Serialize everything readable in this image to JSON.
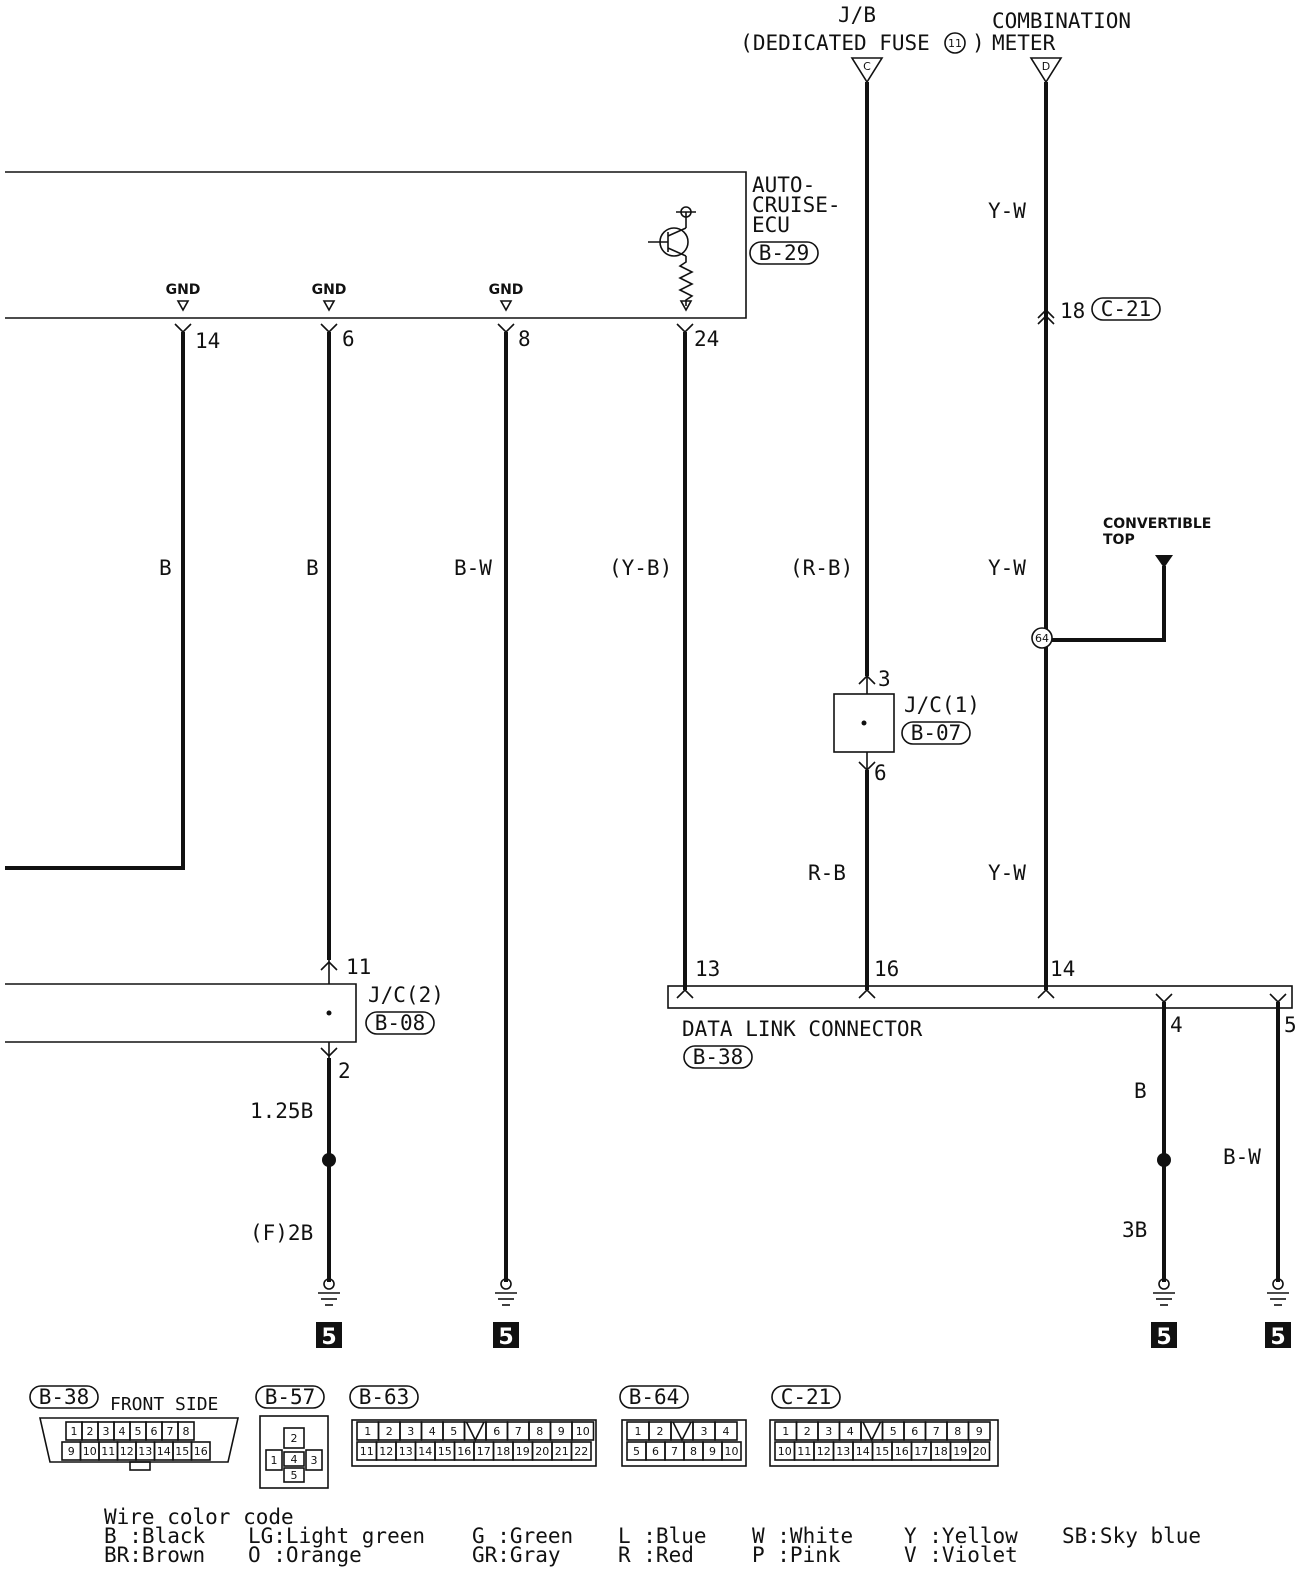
{
  "top": {
    "jb_title": "J/B",
    "jb_subtitle": "(DEDICATED FUSE",
    "jb_fuse": "11",
    "jb_conn": "C",
    "meter_title": "COMBINATION",
    "meter_subtitle": "METER",
    "meter_conn": "D"
  },
  "ecu": {
    "name_l1": "AUTO-",
    "name_l2": "CRUISE-",
    "name_l3": "ECU",
    "code": "B-29",
    "gnd": "GND"
  },
  "pins": {
    "p14": "14",
    "p6": "6",
    "p8": "8",
    "p24": "24",
    "c21_pin": "18",
    "c21": "C-21"
  },
  "wires": {
    "w1": "B",
    "w2": "B",
    "w3": "B-W",
    "w4": "(Y-B)",
    "w5": "(R-B)",
    "w6": "Y-W",
    "w6b": "Y-W",
    "w7": "R-B",
    "w8": "Y-W",
    "w9": "1.25B",
    "w10": "(F)2B",
    "w11": "B",
    "w12": "B-W",
    "w13": "3B"
  },
  "convertible": {
    "l1": "CONVERTIBLE",
    "l2": "TOP",
    "splice": "64"
  },
  "jc1": {
    "name": "J/C(1)",
    "code": "B-07",
    "pin_in": "3",
    "pin_out": "6"
  },
  "jc2": {
    "name": "J/C(2)",
    "code": "B-08",
    "pin_in": "11",
    "pin_out": "2"
  },
  "dlc": {
    "name": "DATA LINK CONNECTOR",
    "code": "B-38",
    "p13": "13",
    "p16": "16",
    "p14": "14",
    "p4": "4",
    "p5": "5"
  },
  "ground_mark": "5",
  "connectors": {
    "b38": {
      "code": "B-38",
      "note": "FRONT SIDE",
      "row1": [
        "1",
        "2",
        "3",
        "4",
        "5",
        "6",
        "7",
        "8"
      ],
      "row2": [
        "9",
        "10",
        "11",
        "12",
        "13",
        "14",
        "15",
        "16"
      ]
    },
    "b57": {
      "code": "B-57",
      "pins": [
        "2",
        "1",
        "4",
        "3",
        "5"
      ]
    },
    "b63": {
      "code": "B-63",
      "row1": [
        "1",
        "2",
        "3",
        "4",
        "5",
        "",
        "6",
        "7",
        "8",
        "9",
        "10"
      ],
      "row2": [
        "11",
        "12",
        "13",
        "14",
        "15",
        "16",
        "17",
        "18",
        "19",
        "20",
        "21",
        "22"
      ]
    },
    "b64": {
      "code": "B-64",
      "row1": [
        "1",
        "2",
        "",
        "3",
        "4"
      ],
      "row2": [
        "5",
        "6",
        "7",
        "8",
        "9",
        "10"
      ]
    },
    "c21": {
      "code": "C-21",
      "row1": [
        "1",
        "2",
        "3",
        "4",
        "",
        "5",
        "6",
        "7",
        "8",
        "9"
      ],
      "row2": [
        "10",
        "11",
        "12",
        "13",
        "14",
        "15",
        "16",
        "17",
        "18",
        "19",
        "20"
      ]
    }
  },
  "legend": {
    "title": "Wire color code",
    "row1": [
      "B :Black",
      "LG:Light green",
      "G :Green",
      "L :Blue",
      "W :White",
      "Y :Yellow",
      "SB:Sky blue"
    ],
    "row2": [
      "BR:Brown",
      "O :Orange",
      "GR:Gray",
      "R :Red",
      "P :Pink",
      "V :Violet"
    ]
  }
}
